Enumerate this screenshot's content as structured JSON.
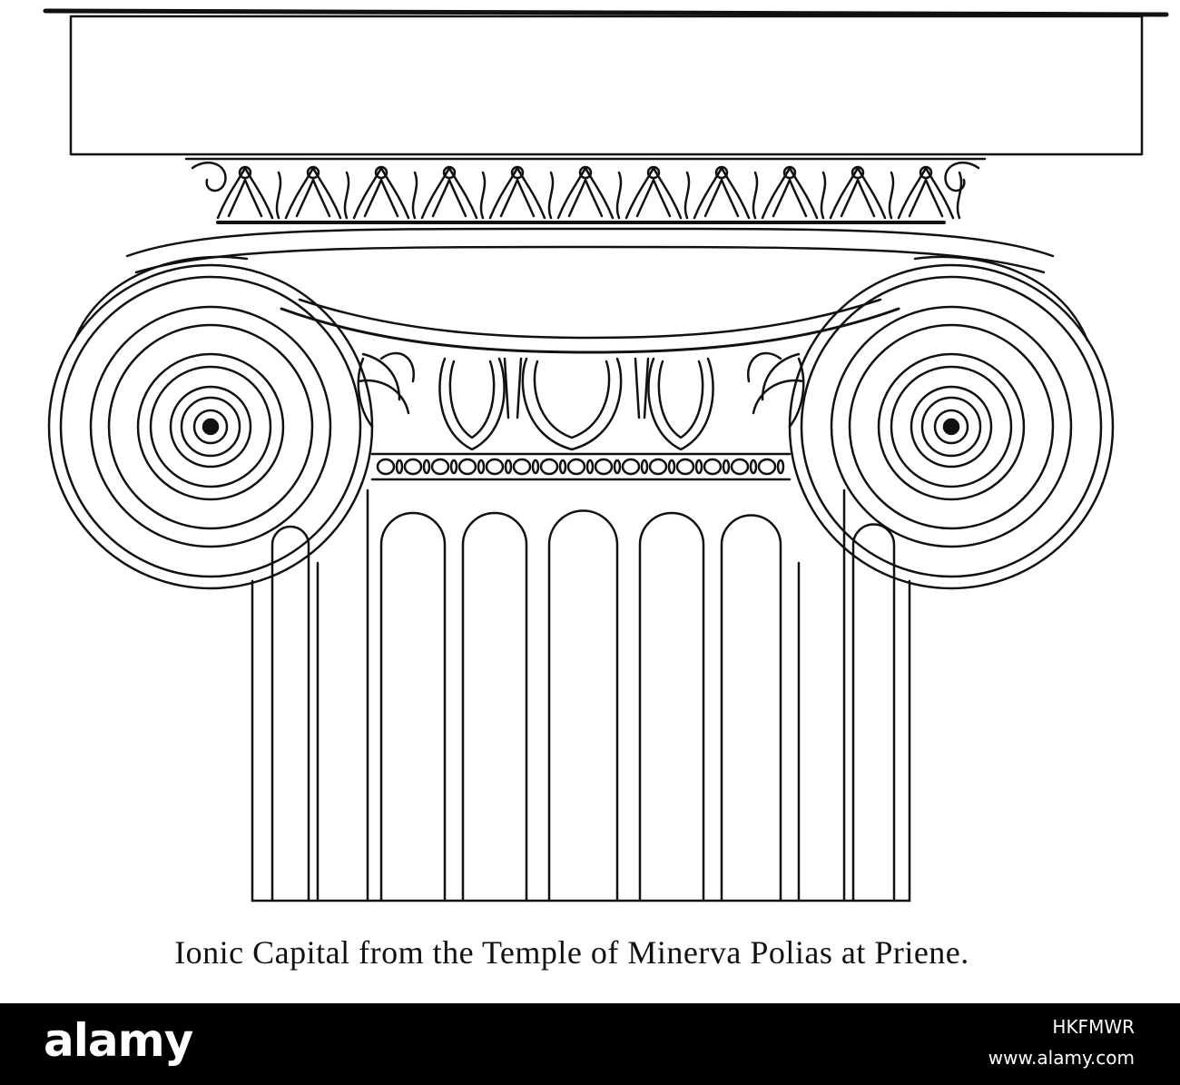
{
  "caption": "Ionic Capital from the Temple of Minerva Polias at Priene.",
  "watermark": {
    "logo": "alamy",
    "stock_id": "HKFMWR",
    "site": "www.alamy.com"
  },
  "colors": {
    "ink": "#111111",
    "paper": "#ffffff",
    "footer": "#000000"
  }
}
